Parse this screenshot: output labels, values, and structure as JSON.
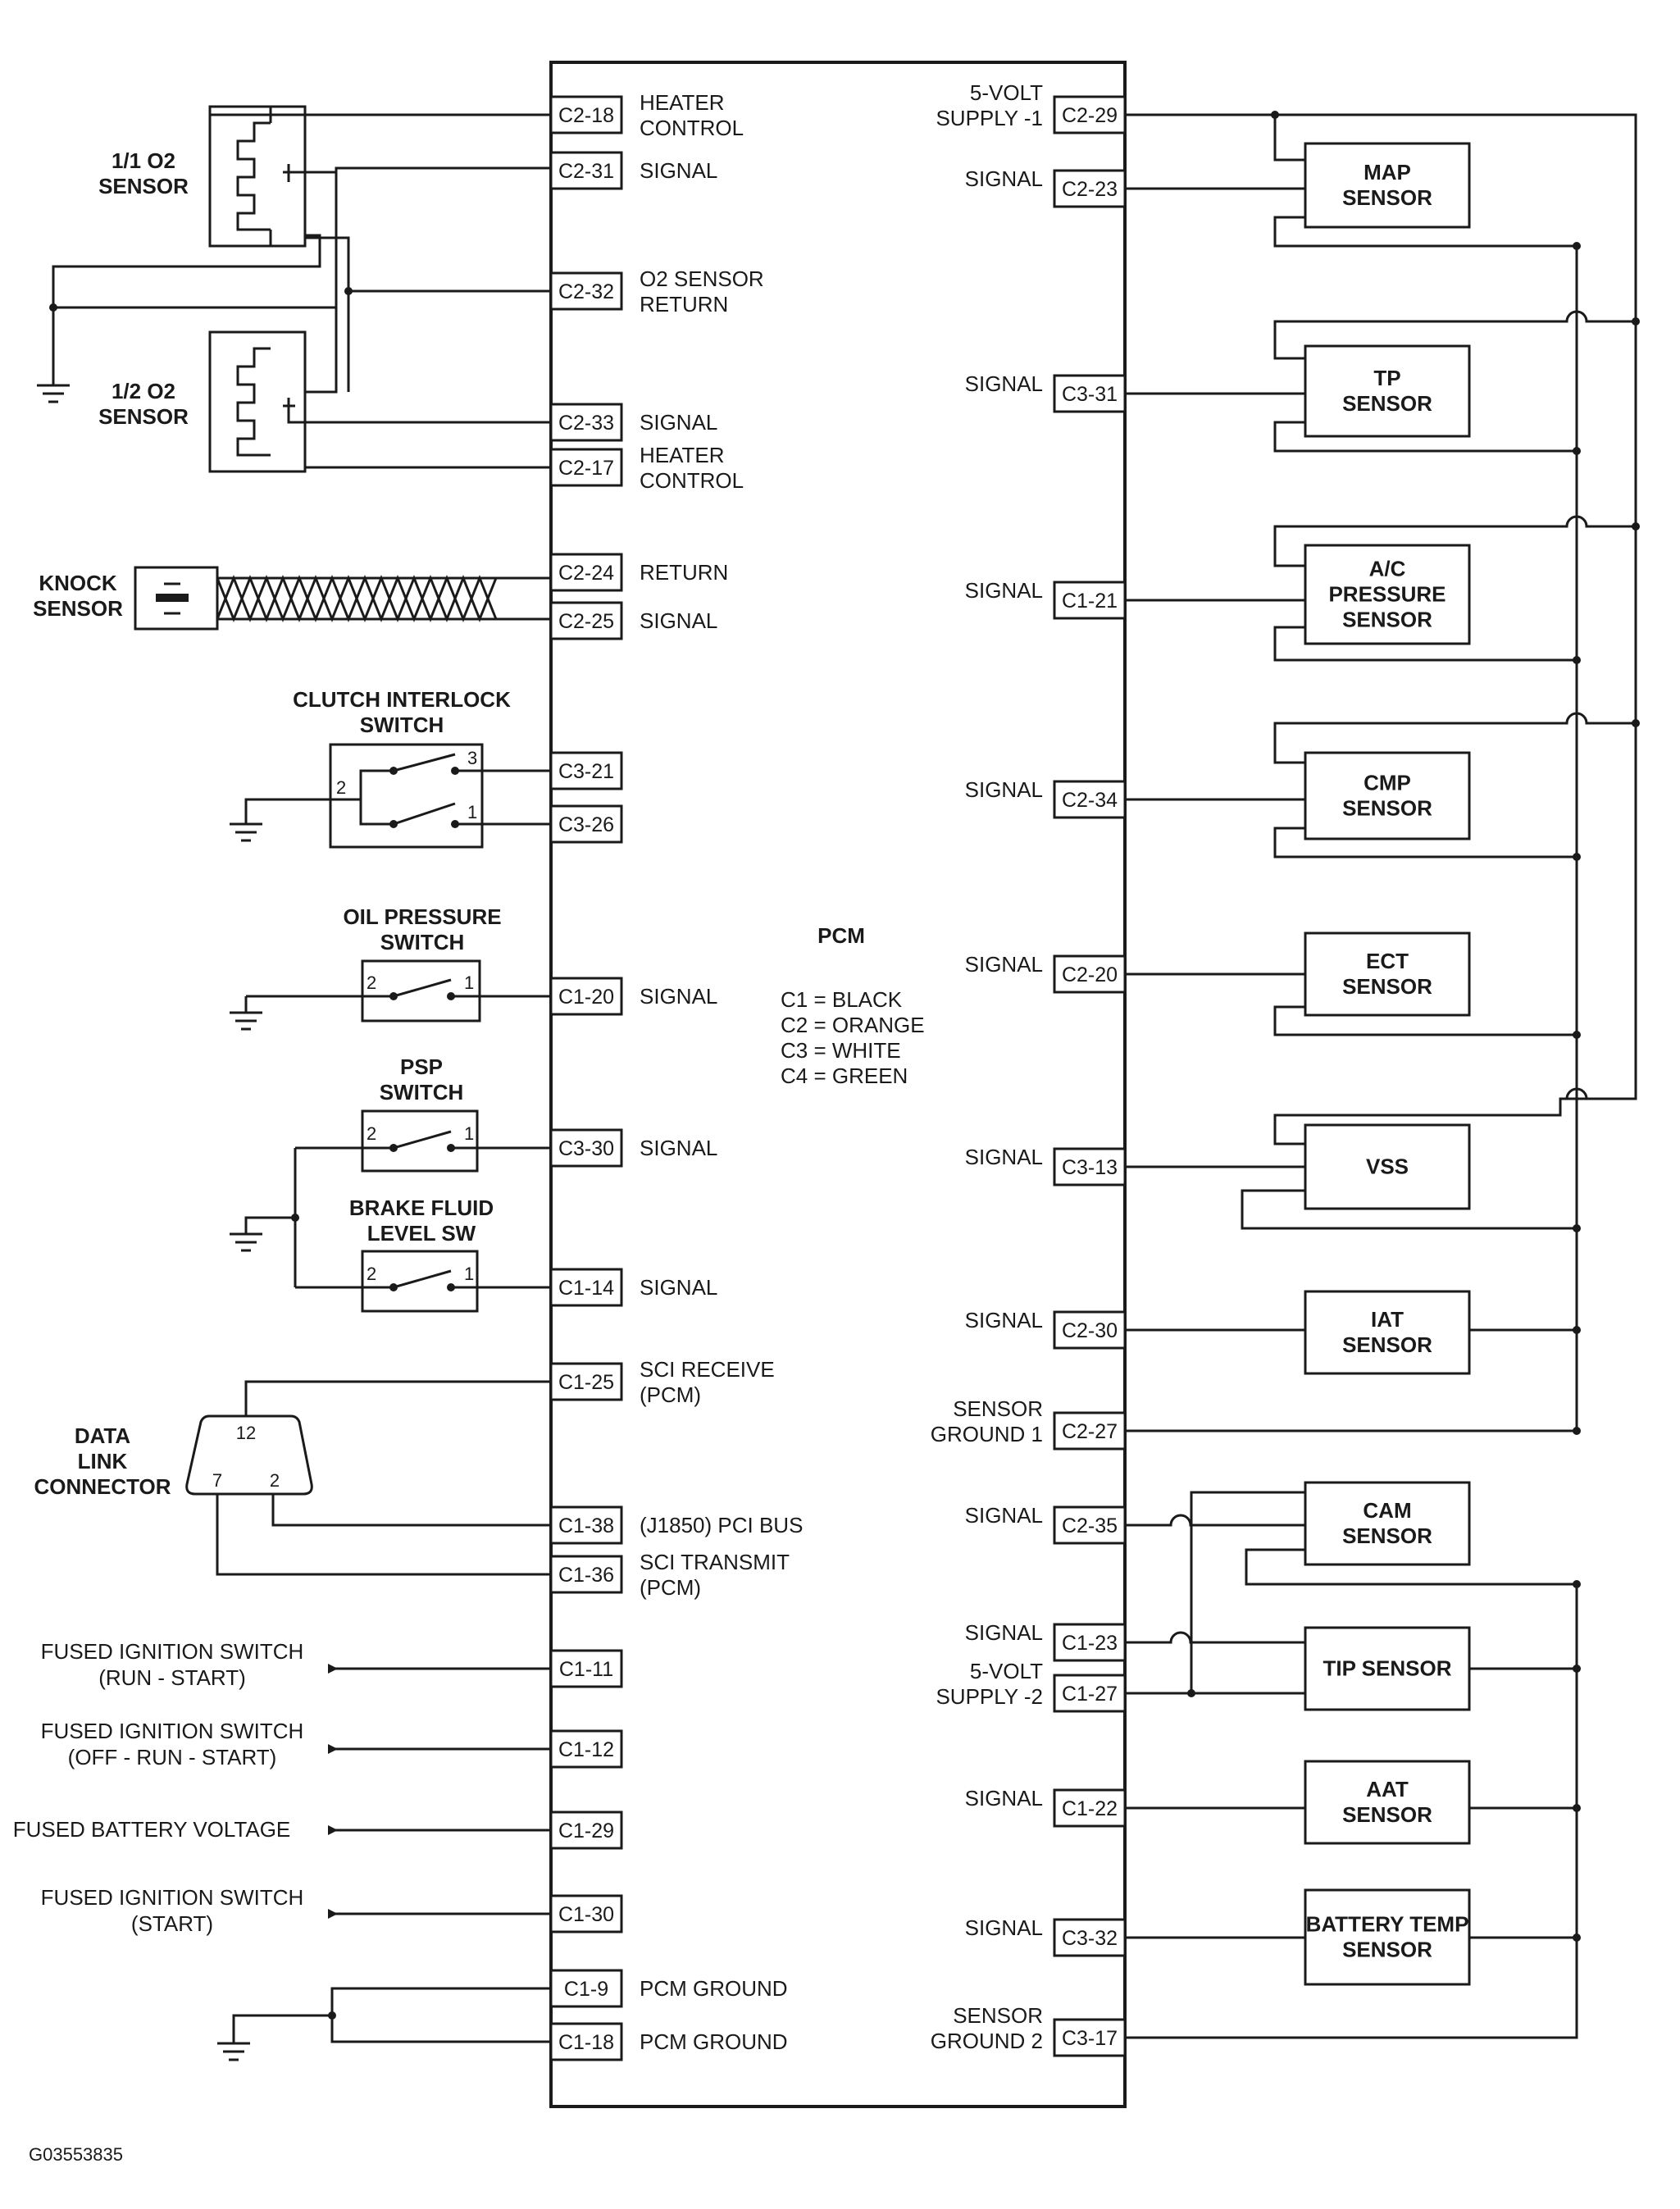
{
  "pcm": {
    "title": "PCM",
    "legend": [
      "C1 = BLACK",
      "C2 = ORANGE",
      "C3 = WHITE",
      "C4 = GREEN"
    ]
  },
  "figure_id": "G03553835",
  "left_pins": [
    {
      "pin": "C2-18",
      "label": [
        "HEATER",
        "CONTROL"
      ]
    },
    {
      "pin": "C2-31",
      "label": [
        "SIGNAL"
      ]
    },
    {
      "pin": "C2-32",
      "label": [
        "O2 SENSOR",
        "RETURN"
      ]
    },
    {
      "pin": "C2-33",
      "label": [
        "SIGNAL"
      ]
    },
    {
      "pin": "C2-17",
      "label": [
        "HEATER",
        "CONTROL"
      ]
    },
    {
      "pin": "C2-24",
      "label": [
        "RETURN"
      ]
    },
    {
      "pin": "C2-25",
      "label": [
        "SIGNAL"
      ]
    },
    {
      "pin": "C3-21",
      "label": []
    },
    {
      "pin": "C3-26",
      "label": []
    },
    {
      "pin": "C1-20",
      "label": [
        "SIGNAL"
      ]
    },
    {
      "pin": "C3-30",
      "label": [
        "SIGNAL"
      ]
    },
    {
      "pin": "C1-14",
      "label": [
        "SIGNAL"
      ]
    },
    {
      "pin": "C1-25",
      "label": [
        "SCI RECEIVE",
        "(PCM)"
      ]
    },
    {
      "pin": "C1-38",
      "label": [
        "(J1850) PCI BUS"
      ]
    },
    {
      "pin": "C1-36",
      "label": [
        "SCI TRANSMIT",
        "(PCM)"
      ]
    },
    {
      "pin": "C1-11",
      "label": []
    },
    {
      "pin": "C1-12",
      "label": []
    },
    {
      "pin": "C1-29",
      "label": []
    },
    {
      "pin": "C1-30",
      "label": []
    },
    {
      "pin": "C1-9",
      "label": [
        "PCM GROUND"
      ]
    },
    {
      "pin": "C1-18",
      "label": [
        "PCM GROUND"
      ]
    }
  ],
  "right_pins": [
    {
      "pin": "C2-29",
      "label": [
        "5-VOLT",
        "SUPPLY -1"
      ]
    },
    {
      "pin": "C2-23",
      "label": [
        "SIGNAL"
      ]
    },
    {
      "pin": "C3-31",
      "label": [
        "SIGNAL"
      ]
    },
    {
      "pin": "C1-21",
      "label": [
        "SIGNAL"
      ]
    },
    {
      "pin": "C2-34",
      "label": [
        "SIGNAL"
      ]
    },
    {
      "pin": "C2-20",
      "label": [
        "SIGNAL"
      ]
    },
    {
      "pin": "C3-13",
      "label": [
        "SIGNAL"
      ]
    },
    {
      "pin": "C2-30",
      "label": [
        "SIGNAL"
      ]
    },
    {
      "pin": "C2-27",
      "label": [
        "SENSOR",
        "GROUND 1"
      ]
    },
    {
      "pin": "C2-35",
      "label": [
        "SIGNAL"
      ]
    },
    {
      "pin": "C1-23",
      "label": [
        "SIGNAL"
      ]
    },
    {
      "pin": "C1-27",
      "label": [
        "5-VOLT",
        "SUPPLY -2"
      ]
    },
    {
      "pin": "C1-22",
      "label": [
        "SIGNAL"
      ]
    },
    {
      "pin": "C3-32",
      "label": [
        "SIGNAL"
      ]
    },
    {
      "pin": "C3-17",
      "label": [
        "SENSOR",
        "GROUND 2"
      ]
    }
  ],
  "right_sensors": [
    [
      "MAP",
      "SENSOR"
    ],
    [
      "TP",
      "SENSOR"
    ],
    [
      "A/C",
      "PRESSURE",
      "SENSOR"
    ],
    [
      "CMP",
      "SENSOR"
    ],
    [
      "ECT",
      "SENSOR"
    ],
    [
      "VSS"
    ],
    [
      "IAT",
      "SENSOR"
    ],
    [
      "CAM",
      "SENSOR"
    ],
    [
      "TIP SENSOR"
    ],
    [
      "AAT",
      "SENSOR"
    ],
    [
      "BATTERY TEMP",
      "SENSOR"
    ]
  ],
  "left_components": {
    "o2_1": [
      "1/1 O2",
      "SENSOR"
    ],
    "o2_2": [
      "1/2 O2",
      "SENSOR"
    ],
    "knock": [
      "KNOCK",
      "SENSOR"
    ],
    "clutch": [
      "CLUTCH INTERLOCK",
      "SWITCH"
    ],
    "oil": [
      "OIL PRESSURE",
      "SWITCH"
    ],
    "psp": [
      "PSP",
      "SWITCH"
    ],
    "brake": [
      "BRAKE FLUID",
      "LEVEL SW"
    ],
    "dlc": [
      "DATA",
      "LINK",
      "CONNECTOR"
    ]
  },
  "switch_terminals": {
    "clutch": [
      "3",
      "2",
      "1"
    ],
    "oil": [
      "2",
      "1"
    ],
    "psp": [
      "2",
      "1"
    ],
    "brake": [
      "2",
      "1"
    ]
  },
  "dlc_pins": [
    "12",
    "7",
    "2"
  ],
  "inputs": [
    [
      "FUSED IGNITION SWITCH",
      "(RUN - START)"
    ],
    [
      "FUSED IGNITION SWITCH",
      "(OFF - RUN - START)"
    ],
    [
      "FUSED BATTERY VOLTAGE"
    ],
    [
      "FUSED IGNITION SWITCH",
      "(START)"
    ]
  ]
}
